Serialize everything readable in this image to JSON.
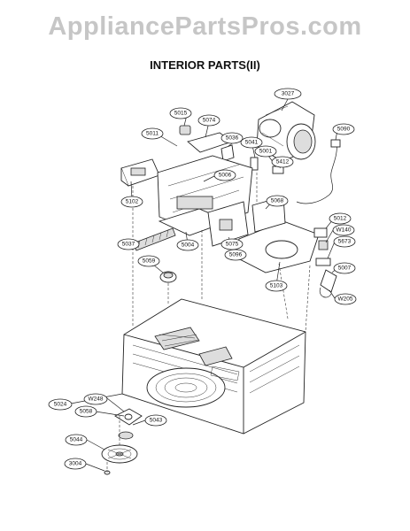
{
  "watermark": "AppliancePartsPros.com",
  "title": "INTERIOR PARTS(II)",
  "callouts": [
    {
      "id": "c3027",
      "label": "3027"
    },
    {
      "id": "c5015",
      "label": "5015"
    },
    {
      "id": "c5074",
      "label": "5074"
    },
    {
      "id": "c5011",
      "label": "5011"
    },
    {
      "id": "c5036",
      "label": "5036"
    },
    {
      "id": "c5041",
      "label": "5041"
    },
    {
      "id": "c5090",
      "label": "5090"
    },
    {
      "id": "c5001",
      "label": "5001"
    },
    {
      "id": "c5412",
      "label": "5412"
    },
    {
      "id": "c5006",
      "label": "5006"
    },
    {
      "id": "c5102",
      "label": "5102"
    },
    {
      "id": "c5068",
      "label": "5068"
    },
    {
      "id": "c5012",
      "label": "5012"
    },
    {
      "id": "cW140",
      "label": "W140"
    },
    {
      "id": "c5037",
      "label": "5037"
    },
    {
      "id": "c5004",
      "label": "5004"
    },
    {
      "id": "c5075",
      "label": "5075"
    },
    {
      "id": "c5673",
      "label": "5673"
    },
    {
      "id": "c5096",
      "label": "5096"
    },
    {
      "id": "c5059",
      "label": "5059"
    },
    {
      "id": "c5007",
      "label": "5007"
    },
    {
      "id": "c5103",
      "label": "5103"
    },
    {
      "id": "cW205",
      "label": "W205"
    },
    {
      "id": "c5024",
      "label": "5024"
    },
    {
      "id": "cW248",
      "label": "W248"
    },
    {
      "id": "c5058",
      "label": "5058"
    },
    {
      "id": "c5043",
      "label": "5043"
    },
    {
      "id": "c5044",
      "label": "5044"
    },
    {
      "id": "c3004",
      "label": "3004"
    }
  ]
}
